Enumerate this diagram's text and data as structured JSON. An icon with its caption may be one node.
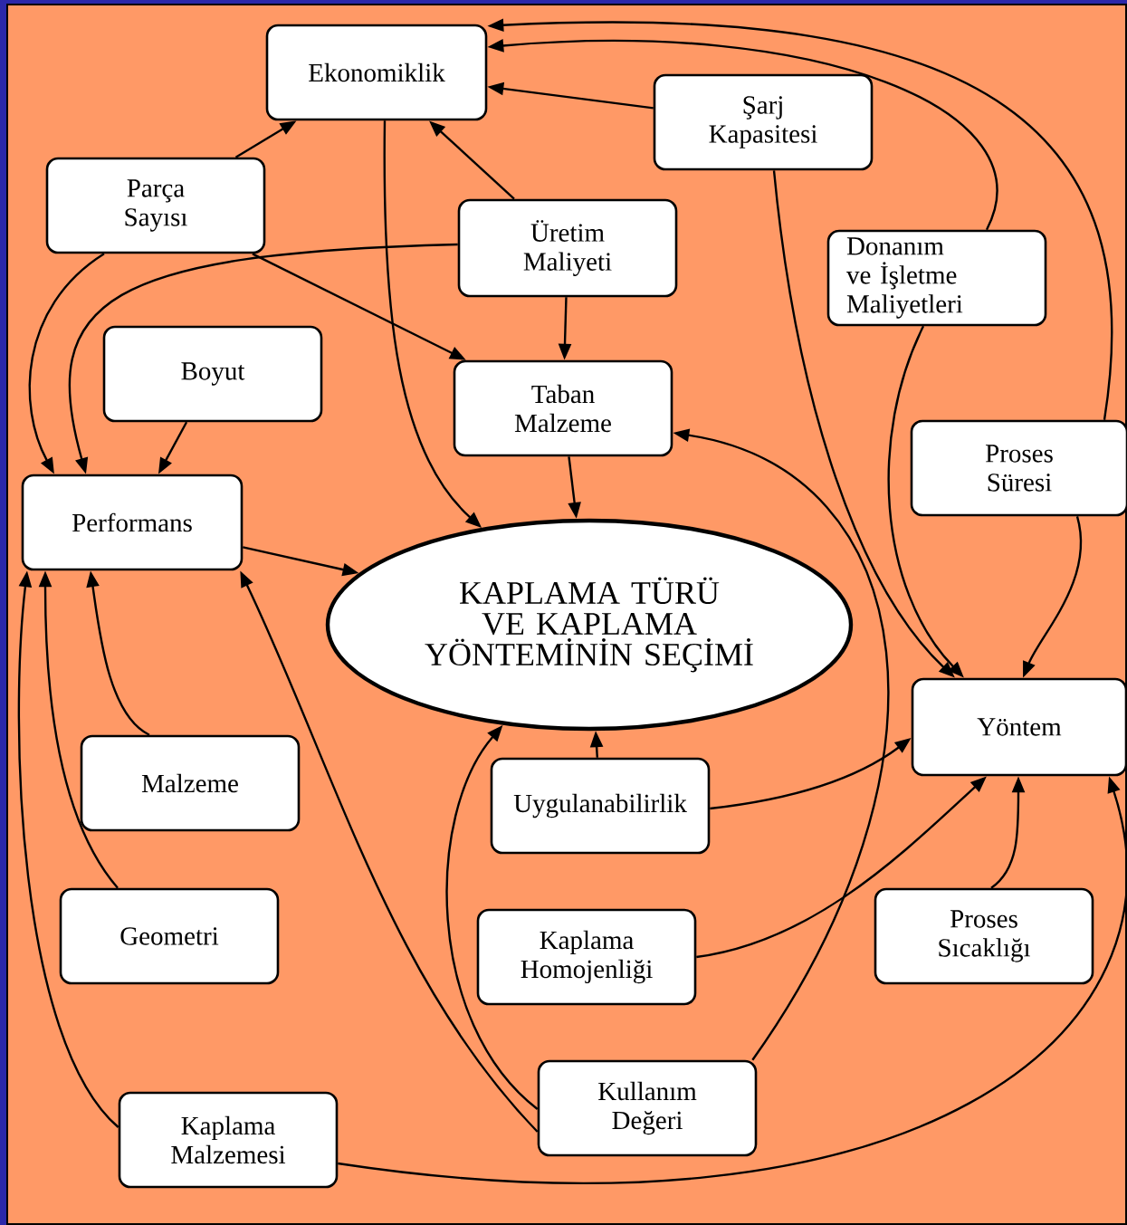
{
  "diagram": {
    "nodes": [
      {
        "text": [
          "Ekonomiklik"
        ]
      },
      {
        "text": [
          "Şarj Kapasitesi"
        ]
      },
      {
        "text": [
          "Parça Sayısı"
        ]
      },
      {
        "text": [
          "Üretim Maliyeti"
        ]
      },
      {
        "text": [
          "Donanım ve İşletme Maliyetleri"
        ]
      },
      {
        "text": [
          "Boyut"
        ]
      },
      {
        "text": [
          "Taban Malzeme"
        ]
      },
      {
        "text": [
          "Performans"
        ]
      },
      {
        "text": [
          "Proses Süresi"
        ]
      },
      {
        "text": [
          "KAPLAMA TÜRÜ VE KAPLAMA YÖNTEMİNİN SEÇİMİ"
        ]
      },
      {
        "text": [
          "Yöntem"
        ]
      },
      {
        "text": [
          "Malzeme"
        ]
      },
      {
        "text": [
          "Uygulanabilirlik"
        ]
      },
      {
        "text": [
          "Geometri"
        ]
      },
      {
        "text": [
          "Kaplama Homojenliği"
        ]
      },
      {
        "text": [
          "Proses Sıcaklığı"
        ]
      },
      {
        "text": [
          "Kaplama Malzemesi"
        ]
      },
      {
        "text": [
          "Kullanım Değeri"
        ]
      }
    ],
    "edges": [
      {
        "from": 2,
        "to": 0,
        "arrow": "to"
      },
      {
        "from": 1,
        "to": 0,
        "arrow": "to"
      },
      {
        "from": 3,
        "to": 0,
        "arrow": "to"
      },
      {
        "from": 4,
        "to": 0,
        "arrow": "to"
      },
      {
        "from": 8,
        "to": 0,
        "arrow": "to"
      },
      {
        "from": 0,
        "to": 9,
        "arrow": "to"
      },
      {
        "from": 2,
        "to": 6,
        "arrow": "to"
      },
      {
        "from": 2,
        "to": 7,
        "arrow": "to"
      },
      {
        "from": 3,
        "to": 7,
        "arrow": "to"
      },
      {
        "from": 3,
        "to": 6,
        "arrow": "to"
      },
      {
        "from": 5,
        "to": 7,
        "arrow": "to"
      },
      {
        "from": 6,
        "to": 9,
        "arrow": "to"
      },
      {
        "from": 7,
        "to": 9,
        "arrow": "to"
      },
      {
        "from": 1,
        "to": 10,
        "arrow": "to"
      },
      {
        "from": 4,
        "to": 10,
        "arrow": "to"
      },
      {
        "from": 8,
        "to": 10,
        "arrow": "to"
      },
      {
        "from": 12,
        "to": 9,
        "arrow": "to"
      },
      {
        "from": 12,
        "to": 10,
        "arrow": "to"
      },
      {
        "from": 14,
        "to": 10,
        "arrow": "to"
      },
      {
        "from": 15,
        "to": 10,
        "arrow": "to"
      },
      {
        "from": 16,
        "to": 10,
        "arrow": "to"
      },
      {
        "from": 16,
        "to": 7,
        "arrow": "to"
      },
      {
        "from": 13,
        "to": 7,
        "arrow": "to"
      },
      {
        "from": 11,
        "to": 7,
        "arrow": "to"
      },
      {
        "from": 17,
        "to": 7,
        "arrow": "to"
      },
      {
        "from": 17,
        "to": 9,
        "arrow": "to"
      },
      {
        "from": 17,
        "to": 6,
        "arrow": "to"
      }
    ]
  }
}
